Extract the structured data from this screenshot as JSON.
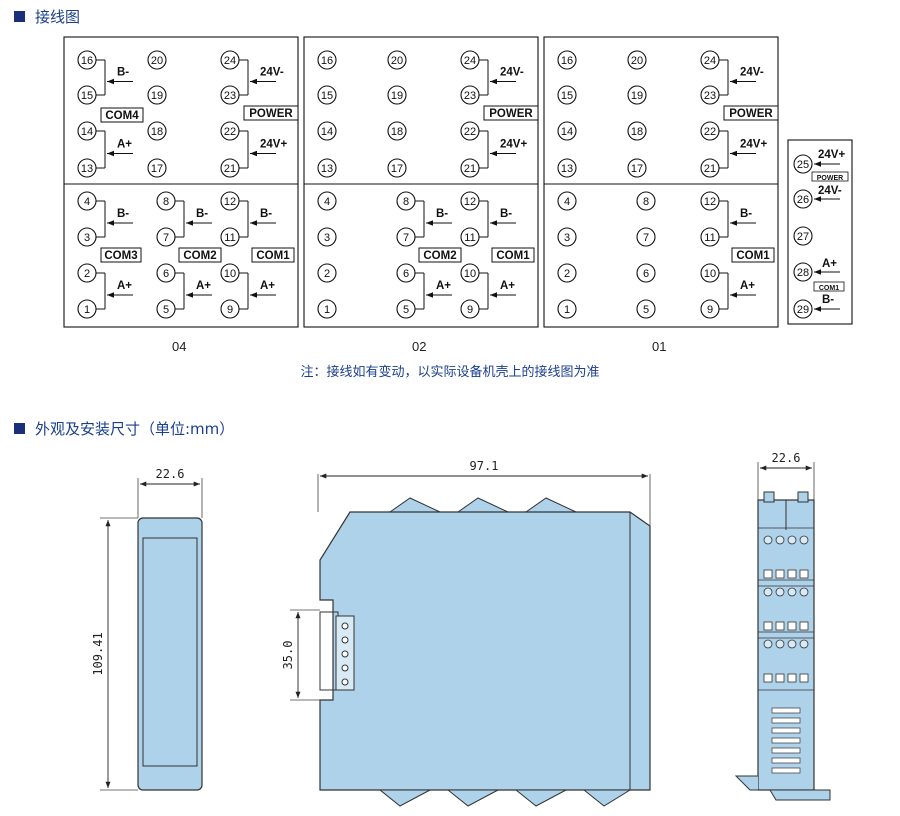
{
  "sections": {
    "wiring_title": "接线图",
    "dimensions_title": "外观及安装尺寸（单位:mm）"
  },
  "note": "注：接线如有变动，以实际设备机壳上的接线图为准",
  "models": [
    "04",
    "02",
    "01"
  ],
  "labels": {
    "com1": "COM1",
    "com2": "COM2",
    "com3": "COM3",
    "com4": "COM4",
    "power": "POWER",
    "a_plus": "A+",
    "b_minus": "B-",
    "v_plus": "24V+",
    "v_minus": "24V-"
  },
  "terminals": {
    "top_left": [
      "16",
      "15",
      "14",
      "13"
    ],
    "top_mid": [
      "20",
      "19",
      "18",
      "17"
    ],
    "top_right": [
      "24",
      "23",
      "22",
      "21"
    ],
    "bot_left": [
      "4",
      "3",
      "2",
      "1"
    ],
    "bot_mid": [
      "8",
      "7",
      "6",
      "5"
    ],
    "bot_right": [
      "12",
      "11",
      "10",
      "9"
    ],
    "side": [
      "25",
      "26",
      "27",
      "28",
      "29"
    ]
  },
  "dimensions": {
    "front_width": "22.6",
    "front_height": "109.41",
    "side_length": "97.1",
    "rail": "35.0",
    "end_width": "22.6"
  },
  "colors": {
    "housing": "#aed2ea",
    "outline": "#333333",
    "title_blue": "#1a3f8f",
    "bullet": "#1a2f7a"
  }
}
